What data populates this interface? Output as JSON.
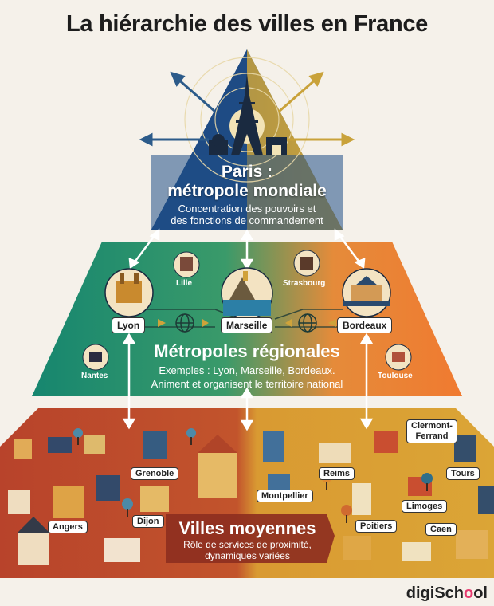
{
  "title": "La hiérarchie des villes en France",
  "top": {
    "title_line1": "Paris :",
    "title_line2": "métropole mondiale",
    "desc_line1": "Concentration des pouvoirs et",
    "desc_line2": "des fonctions de commandement"
  },
  "regional": {
    "title": "Métropoles régionales",
    "desc_line1": "Exemples : Lyon, Marseille, Bordeaux.",
    "desc_line2": "Animent et organisent le territoire national",
    "cities": {
      "lyon": "Lyon",
      "marseille": "Marseille",
      "bordeaux": "Bordeaux",
      "lille": "Lille",
      "strasbourg": "Strasbourg",
      "nantes": "Nantes",
      "toulouse": "Toulouse"
    }
  },
  "medium": {
    "title": "Villes moyennes",
    "desc_line1": "Rôle de services de proximité,",
    "desc_line2": "dynamiques variées",
    "cities": {
      "grenoble": "Grenoble",
      "angers": "Angers",
      "dijon": "Dijon",
      "montpellier": "Montpellier",
      "reims": "Reims",
      "poitiers": "Poitiers",
      "limoges": "Limoges",
      "caen": "Caen",
      "tours": "Tours",
      "clermont_line1": "Clermont-",
      "clermont_line2": "Ferrand"
    }
  },
  "logo": {
    "text_a": "digiSch",
    "text_b": "o",
    "text_c": "ol"
  },
  "colors": {
    "top_blue": "#1f4e86",
    "top_gold": "#c9a23a",
    "regional_green": "#1f8f7a",
    "regional_orange": "#ee7a35",
    "bottom_red": "#b8452c",
    "bottom_gold": "#d9a032"
  }
}
